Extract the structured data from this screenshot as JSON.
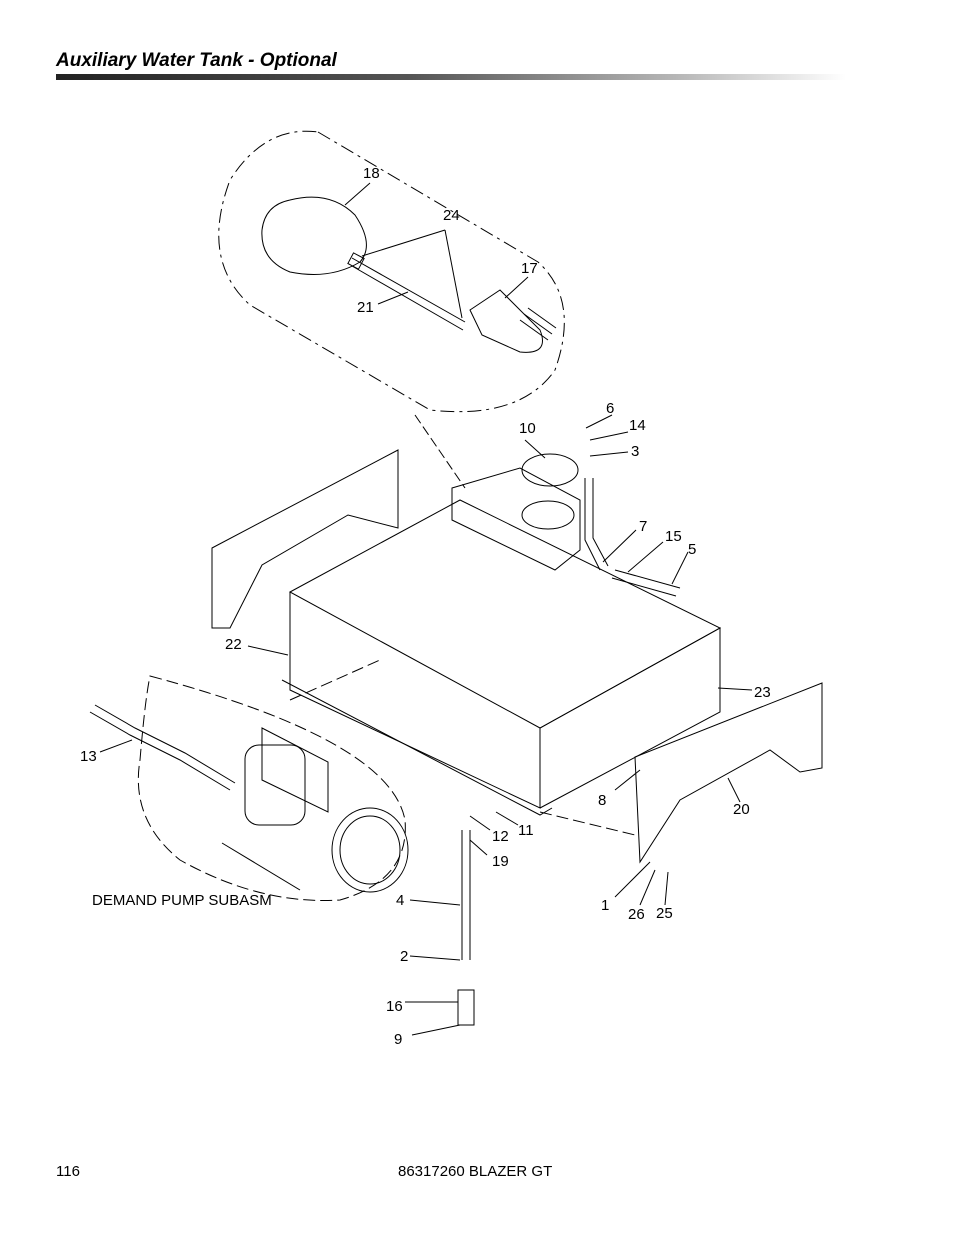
{
  "header": {
    "title": "Auxiliary Water Tank - Optional"
  },
  "callouts": {
    "c1": "1",
    "c2": "2",
    "c3": "3",
    "c4": "4",
    "c5": "5",
    "c6": "6",
    "c7": "7",
    "c8": "8",
    "c9": "9",
    "c10": "10",
    "c11": "11",
    "c12": "12",
    "c13": "13",
    "c14": "14",
    "c15": "15",
    "c16": "16",
    "c17": "17",
    "c18": "18",
    "c19": "19",
    "c20": "20",
    "c21": "21",
    "c22": "22",
    "c23": "23",
    "c24": "24",
    "c25": "25",
    "c26": "26",
    "subasm": "DEMAND PUMP SUBASM"
  },
  "footer": {
    "page_number": "116",
    "doc_id": "86317260 BLAZER GT"
  }
}
